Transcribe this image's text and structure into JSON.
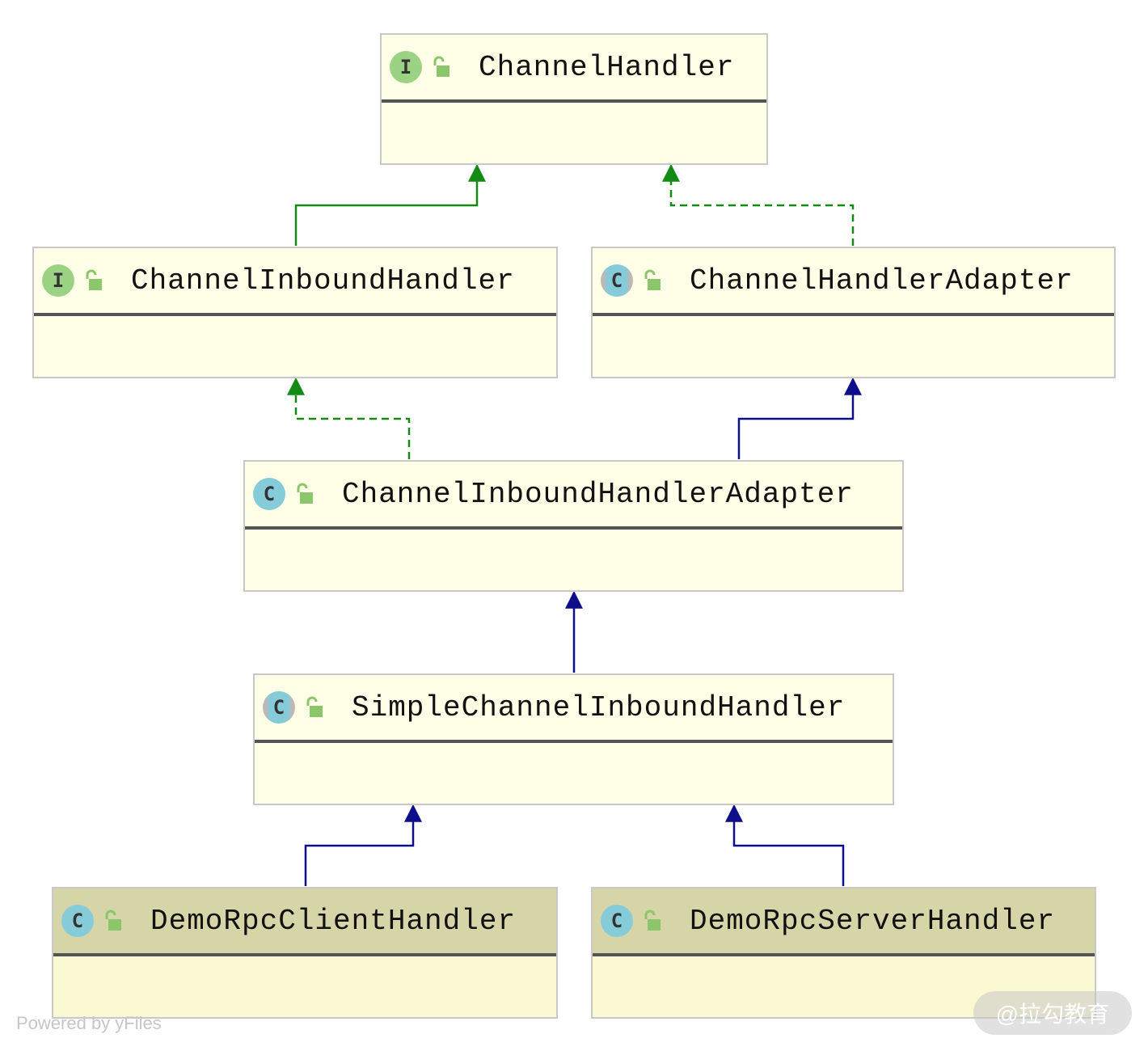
{
  "diagram": {
    "nodes": [
      {
        "id": "channel_handler",
        "name": "ChannelHandler",
        "kind": "interface",
        "badge": "I"
      },
      {
        "id": "channel_inbound_handler",
        "name": "ChannelInboundHandler",
        "kind": "interface",
        "badge": "I"
      },
      {
        "id": "channel_handler_adapter",
        "name": "ChannelHandlerAdapter",
        "kind": "abstract-class",
        "badge": "C"
      },
      {
        "id": "channel_inbound_handler_adapter",
        "name": "ChannelInboundHandlerAdapter",
        "kind": "class",
        "badge": "C"
      },
      {
        "id": "simple_channel_inbound_handler",
        "name": "SimpleChannelInboundHandler",
        "kind": "abstract-class",
        "badge": "C"
      },
      {
        "id": "demo_rpc_client_handler",
        "name": "DemoRpcClientHandler",
        "kind": "class",
        "badge": "C"
      },
      {
        "id": "demo_rpc_server_handler",
        "name": "DemoRpcServerHandler",
        "kind": "class",
        "badge": "C"
      }
    ],
    "edges": [
      {
        "from": "channel_inbound_handler",
        "to": "channel_handler",
        "type": "extends-interface"
      },
      {
        "from": "channel_handler_adapter",
        "to": "channel_handler",
        "type": "implements"
      },
      {
        "from": "channel_inbound_handler_adapter",
        "to": "channel_inbound_handler",
        "type": "implements"
      },
      {
        "from": "channel_inbound_handler_adapter",
        "to": "channel_handler_adapter",
        "type": "extends"
      },
      {
        "from": "simple_channel_inbound_handler",
        "to": "channel_inbound_handler_adapter",
        "type": "extends"
      },
      {
        "from": "demo_rpc_client_handler",
        "to": "simple_channel_inbound_handler",
        "type": "extends"
      },
      {
        "from": "demo_rpc_server_handler",
        "to": "simple_channel_inbound_handler",
        "type": "extends"
      }
    ]
  },
  "colors": {
    "interface_link": "#138a13",
    "class_link": "#0e0e8a",
    "interface_badge": "#9cd283",
    "class_badge": "#86ccd8",
    "lock": "#8cc66a"
  },
  "footer": {
    "credit": "Powered by yFiles"
  },
  "watermark": {
    "text": "@拉勾教育"
  }
}
